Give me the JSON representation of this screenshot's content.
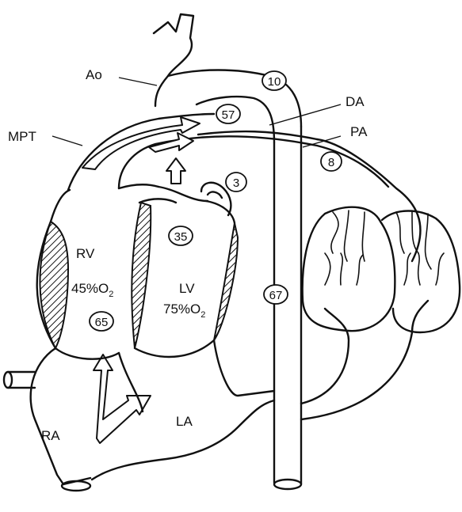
{
  "labels": {
    "ao": "Ao",
    "mpt": "MPT",
    "da": "DA",
    "pa": "PA",
    "rv": "RV",
    "lv": "LV",
    "ra": "RA",
    "la": "LA",
    "rv_sat_value": "45%O",
    "rv_sat_sub": "2",
    "lv_sat_value": "75%O",
    "lv_sat_sub": "2"
  },
  "values": {
    "ao": "10",
    "da": "57",
    "pa": "8",
    "pv": "3",
    "lv": "35",
    "rv": "65",
    "ivc": "67"
  }
}
